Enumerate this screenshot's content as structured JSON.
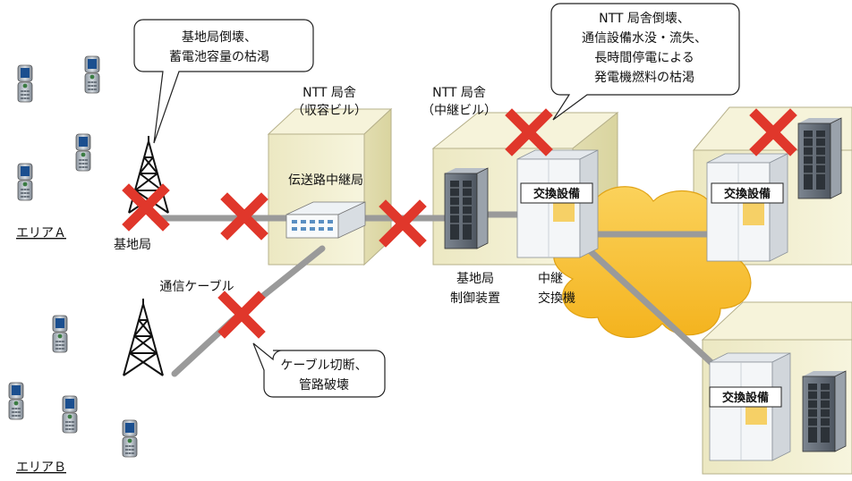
{
  "callouts": {
    "base_station": [
      "基地局倒壊、",
      "蓄電池容量の枯渇"
    ],
    "ntt": [
      "NTT 局舎倒壊、",
      "通信設備水没・流失、",
      "長時間停電による",
      "発電機燃料の枯渇"
    ],
    "cable": [
      "ケーブル切断、",
      "管路破壊"
    ]
  },
  "labels": {
    "ntt_accommodation": [
      "NTT 局舎",
      "（収容ビル）"
    ],
    "ntt_relay": [
      "NTT 局舎",
      "（中継ビル）"
    ],
    "transmission_relay": "伝送路中継局",
    "base_station": "基地局",
    "comm_cable": "通信ケーブル",
    "bs_controller": [
      "基地局",
      "制御装置"
    ],
    "relay_exchange": [
      "中継",
      "交換機"
    ],
    "exchange_equipment": "交換設備",
    "area_a": "エリアＡ",
    "area_b": "エリアＢ"
  },
  "colors": {
    "cross": "#e0372b",
    "building_face": "#f1eecb",
    "cloud": "#f8c23c",
    "cable": "#9a9a9a"
  }
}
